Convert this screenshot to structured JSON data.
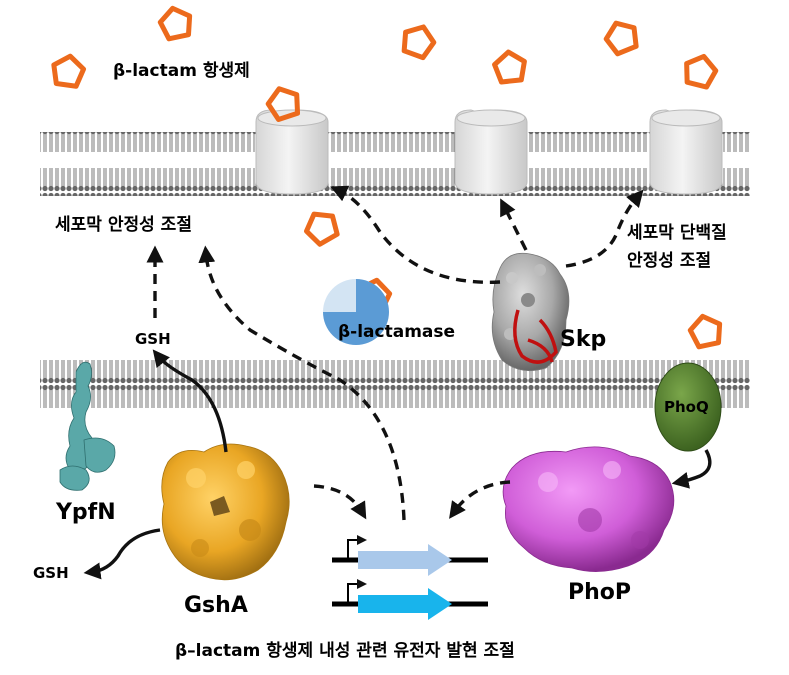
{
  "labels": {
    "antibiotic": "β-lactam 항생제",
    "membrane_stability": "세포막 안정성 조절",
    "protein_stability_line1": "세포막 단백질",
    "protein_stability_line2": "안정성 조절",
    "gsh_top": "GSH",
    "gsh_bottom": "GSH",
    "lactamase": "β-lactamase",
    "skp": "Skp",
    "phoq": "PhoQ",
    "ypfn": "YpfN",
    "gsha": "GshA",
    "phop": "PhoP",
    "bottom_caption": "β–lactam 항생제 내성 관련 유전자 발현 조절"
  },
  "colors": {
    "antibiotic_orange": "#ec6a1c",
    "gsha_gold": "#e9a624",
    "phop_magenta": "#d05ed8",
    "phoq_green": "#4f7a2a",
    "lactamase_blue": "#5b9bd5",
    "ypfn_teal": "#5aa8a8",
    "skp_gray": "#9a9a9a",
    "skp_red": "#c01010",
    "gene_light_blue": "#a9c8ea",
    "gene_cyan": "#18b4ec"
  }
}
